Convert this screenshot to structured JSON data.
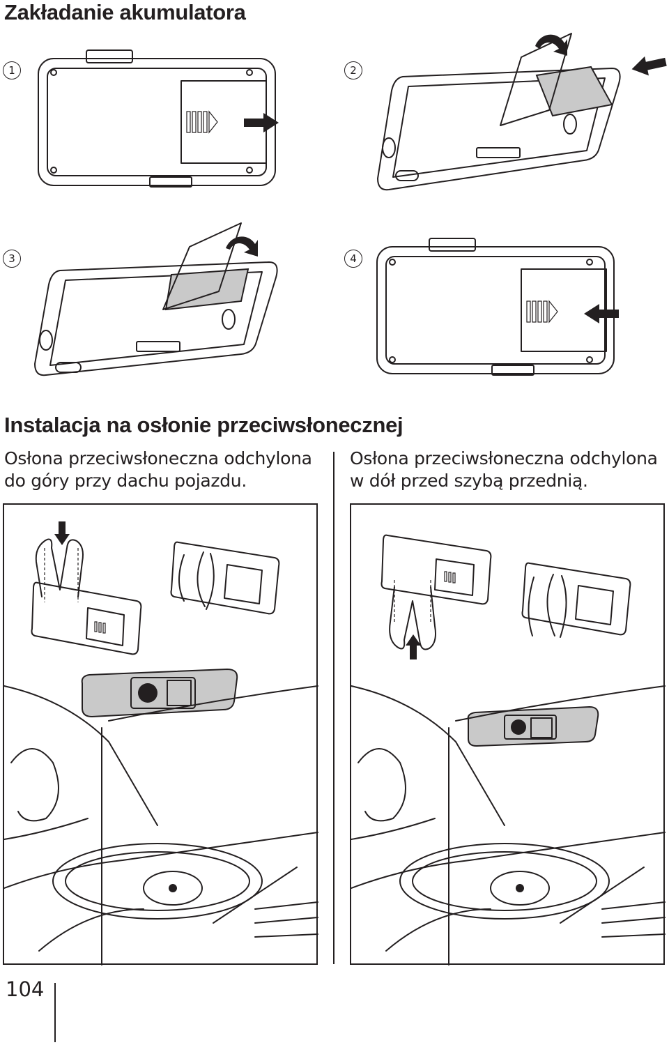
{
  "section_battery": {
    "title": "Zakładanie akumulatora",
    "steps": [
      "1",
      "2",
      "3",
      "4"
    ]
  },
  "section_install": {
    "title": "Instalacja na osłonie przeciwsłonecznej",
    "caption_left": "Osłona przeciwsłoneczna odchylona do góry przy dachu pojazdu.",
    "caption_right": "Osłona przeciwsłoneczna odchylona w dół przed szybą przednią."
  },
  "page_number": "104",
  "icons": [
    "arrow-right-icon",
    "arrow-left-icon",
    "arrow-down-icon",
    "arrow-up-icon",
    "rotate-arrow-icon"
  ]
}
